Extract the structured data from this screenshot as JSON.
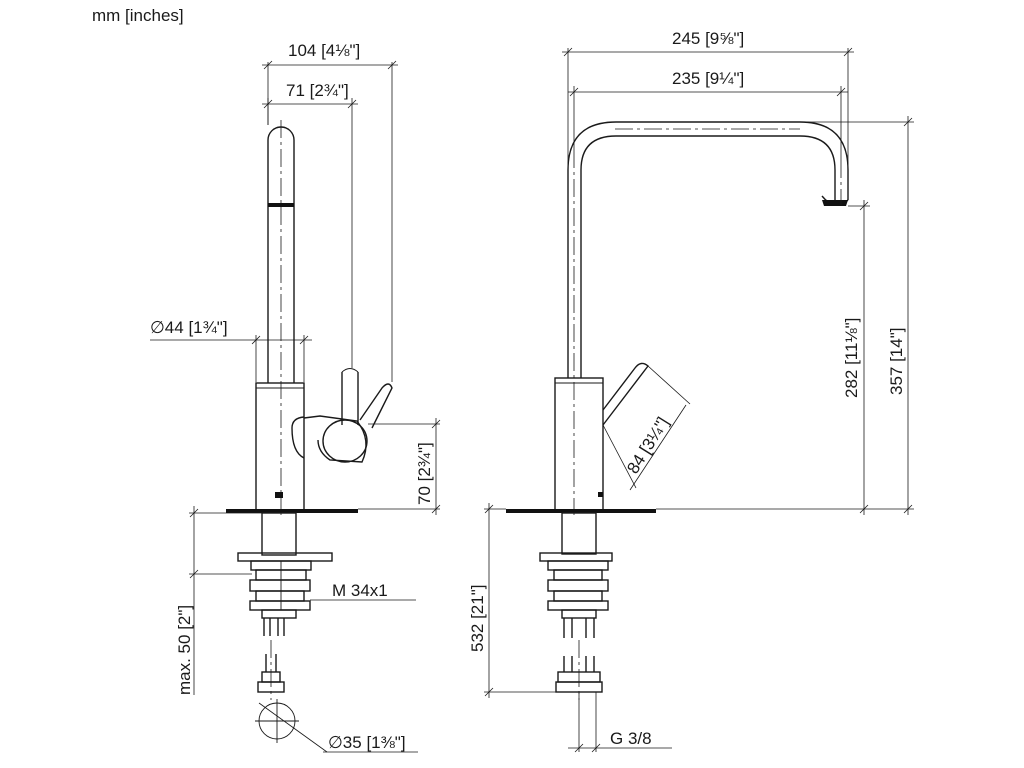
{
  "units_label": "mm [inches]",
  "side_view": {
    "dims": {
      "overall_depth": "104 [4⅛\"]",
      "handle_offset": "71 [2¾\"]",
      "body_diameter": "∅44 [1¾\"]",
      "handle_height": "70 [2¾\"]",
      "thread": "M 34x1",
      "max_counter_thickness": "max. 50 [2\"]",
      "hole_diameter": "∅35 [1⅜\"]"
    }
  },
  "front_view": {
    "dims": {
      "overall_reach": "245 [9⅝\"]",
      "spout_reach": "235 [9¼\"]",
      "spout_clearance": "282 [11⅛\"]",
      "overall_height": "357 [14\"]",
      "handle_length": "84 [3¼\"]",
      "hose_length": "532 [21\"]",
      "connection": "G 3/8"
    }
  }
}
